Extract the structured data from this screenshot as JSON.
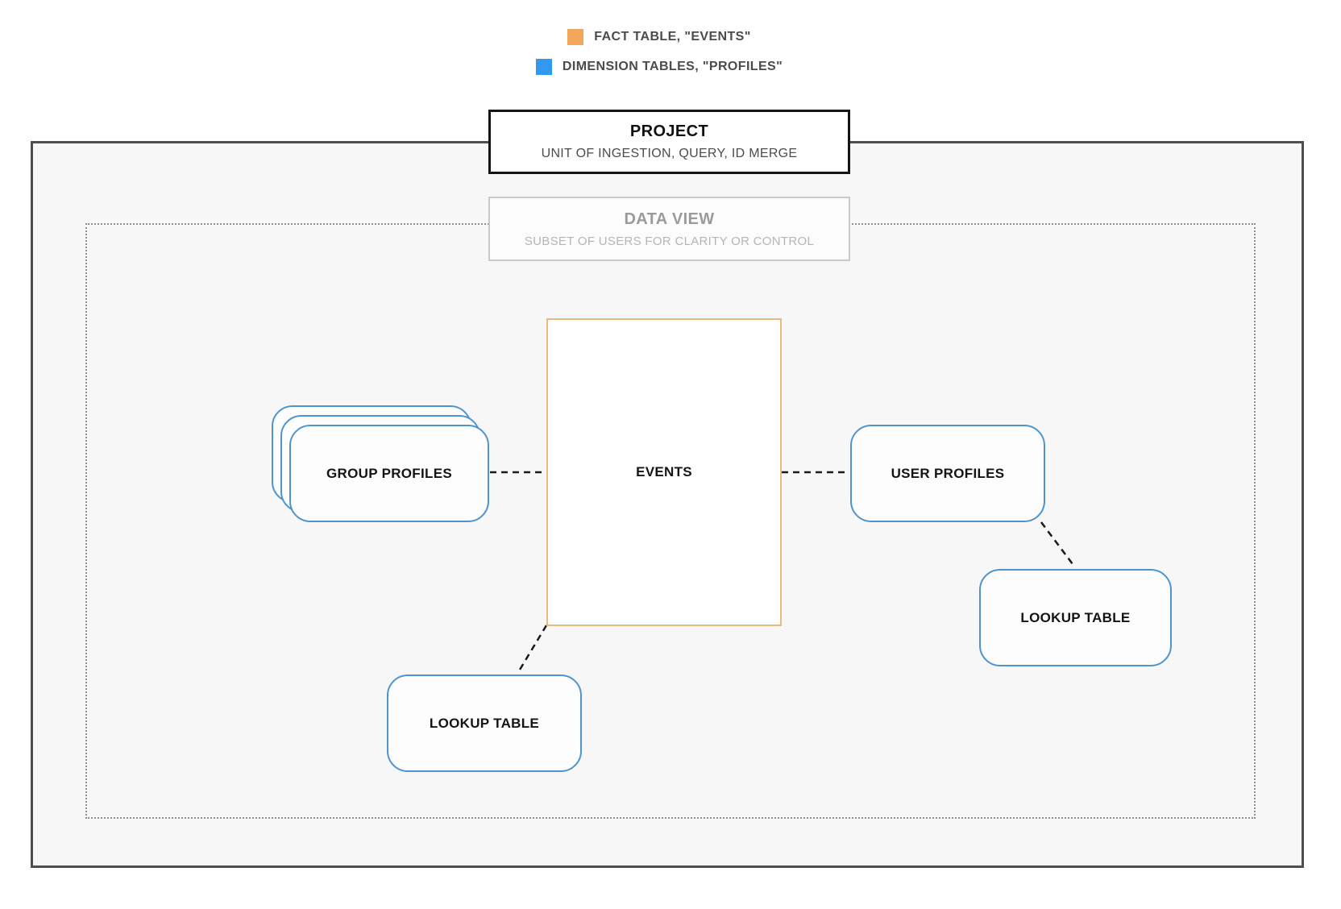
{
  "legend": {
    "items": [
      {
        "icon": "fact-table-swatch",
        "label": "FACT TABLE, \"EVENTS\"",
        "color": "#F2A65A"
      },
      {
        "icon": "dimension-tables-swatch",
        "label": "DIMENSION TABLES, \"PROFILES\"",
        "color": "#3398EF"
      }
    ]
  },
  "project": {
    "title": "PROJECT",
    "subtitle": "UNIT OF INGESTION, QUERY, ID MERGE"
  },
  "data_view": {
    "title": "DATA VIEW",
    "subtitle": "SUBSET OF USERS FOR CLARITY OR CONTROL"
  },
  "nodes": {
    "events": {
      "label": "EVENTS",
      "type": "fact"
    },
    "group_profiles": {
      "label": "GROUP PROFILES",
      "type": "dimension"
    },
    "user_profiles": {
      "label": "USER PROFILES",
      "type": "dimension"
    },
    "lookup_bottom": {
      "label": "LOOKUP TABLE",
      "type": "dimension"
    },
    "lookup_right": {
      "label": "LOOKUP TABLE",
      "type": "dimension"
    }
  },
  "colors": {
    "fact_swatch": "#F2A65A",
    "fact_border": "#E7BA7E",
    "dimension_swatch": "#3398EF",
    "dimension_border": "#4E95CF",
    "boundary_border": "#4E4E4E",
    "boundary_fill": "#F7F7F7",
    "connector": "#1A1A1A"
  }
}
